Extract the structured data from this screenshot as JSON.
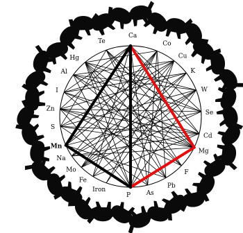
{
  "colors": {
    "background": "#ffffff",
    "chord": "#000000",
    "highlight_black": "#000000",
    "highlight_red": "#e01010",
    "horse_border": "#0a0a0a"
  },
  "diagram": {
    "elements": [
      {
        "id": "Ca",
        "text": "Ca"
      },
      {
        "id": "Co",
        "text": "Co"
      },
      {
        "id": "Cu",
        "text": "Cu"
      },
      {
        "id": "K",
        "text": "K"
      },
      {
        "id": "W",
        "text": "W"
      },
      {
        "id": "Se",
        "text": "Se"
      },
      {
        "id": "Cd",
        "text": "Cd"
      },
      {
        "id": "Mg",
        "text": "Mg"
      },
      {
        "id": "F",
        "text": "F"
      },
      {
        "id": "Pb",
        "text": "Pb"
      },
      {
        "id": "As",
        "text": "As"
      },
      {
        "id": "P",
        "text": "P"
      },
      {
        "id": "Iron",
        "text": "Iron"
      },
      {
        "id": "Fe",
        "text": "Fe"
      },
      {
        "id": "Mo",
        "text": "Mo"
      },
      {
        "id": "Na",
        "text": "Na"
      },
      {
        "id": "Mn",
        "text": "Mn"
      },
      {
        "id": "S",
        "text": "S"
      },
      {
        "id": "Zn",
        "text": "Zn"
      },
      {
        "id": "I",
        "text": "I"
      },
      {
        "id": "Al",
        "text": "Al"
      },
      {
        "id": "Hg",
        "text": "Hg"
      },
      {
        "id": "Te",
        "text": "Te"
      }
    ],
    "chords": [
      [
        "Ca",
        "Mn"
      ],
      [
        "Ca",
        "Zn"
      ],
      [
        "Ca",
        "Fe"
      ],
      [
        "Ca",
        "Cd"
      ],
      [
        "Ca",
        "Se"
      ],
      [
        "Ca",
        "As"
      ],
      [
        "Ca",
        "I"
      ],
      [
        "Te",
        "Cd"
      ],
      [
        "Te",
        "Pb"
      ],
      [
        "Te",
        "S"
      ],
      [
        "Hg",
        "Mg"
      ],
      [
        "Hg",
        "As"
      ],
      [
        "Hg",
        "Se"
      ],
      [
        "Al",
        "W"
      ],
      [
        "Al",
        "F"
      ],
      [
        "Al",
        "Mg"
      ],
      [
        "I",
        "Cu"
      ],
      [
        "I",
        "Pb"
      ],
      [
        "I",
        "Mg"
      ],
      [
        "Zn",
        "K"
      ],
      [
        "Zn",
        "Mg"
      ],
      [
        "Zn",
        "Cd"
      ],
      [
        "Zn",
        "Se"
      ],
      [
        "S",
        "W"
      ],
      [
        "S",
        "Cu"
      ],
      [
        "S",
        "Mg"
      ],
      [
        "Mn",
        "Co"
      ],
      [
        "Mn",
        "Cu"
      ],
      [
        "Mn",
        "Se"
      ],
      [
        "Na",
        "K"
      ],
      [
        "Na",
        "Cd"
      ],
      [
        "Na",
        "W"
      ],
      [
        "Mo",
        "Cu"
      ],
      [
        "Mo",
        "Se"
      ],
      [
        "Mo",
        "Co"
      ],
      [
        "Fe",
        "Co"
      ],
      [
        "Fe",
        "Cd"
      ],
      [
        "Fe",
        "W"
      ],
      [
        "Iron",
        "K"
      ],
      [
        "Iron",
        "Cu"
      ],
      [
        "P",
        "Cu"
      ],
      [
        "P",
        "W"
      ],
      [
        "P",
        "Hg"
      ],
      [
        "P",
        "Al"
      ],
      [
        "P",
        "Zn"
      ],
      [
        "As",
        "Co"
      ],
      [
        "As",
        "S"
      ],
      [
        "Pb",
        "Co"
      ],
      [
        "Pb",
        "Hg"
      ],
      [
        "Pb",
        "Mn"
      ],
      [
        "F",
        "Te"
      ],
      [
        "F",
        "Hg"
      ],
      [
        "F",
        "Zn"
      ],
      [
        "Mg",
        "Te"
      ],
      [
        "Mg",
        "Na"
      ],
      [
        "Cd",
        "I"
      ],
      [
        "Cd",
        "S"
      ],
      [
        "Se",
        "Al"
      ],
      [
        "W",
        "Hg"
      ],
      [
        "W",
        "Mo"
      ],
      [
        "K",
        "I"
      ],
      [
        "K",
        "Mo"
      ],
      [
        "Cu",
        "Al"
      ],
      [
        "Co",
        "Hg"
      ],
      [
        "Co",
        "Na"
      ]
    ],
    "highlight_black": [
      [
        "Ca",
        "Mn"
      ],
      [
        "Mn",
        "P"
      ],
      [
        "P",
        "Ca"
      ]
    ],
    "highlight_red": [
      [
        "Ca",
        "Mg"
      ],
      [
        "Mg",
        "P"
      ]
    ]
  }
}
